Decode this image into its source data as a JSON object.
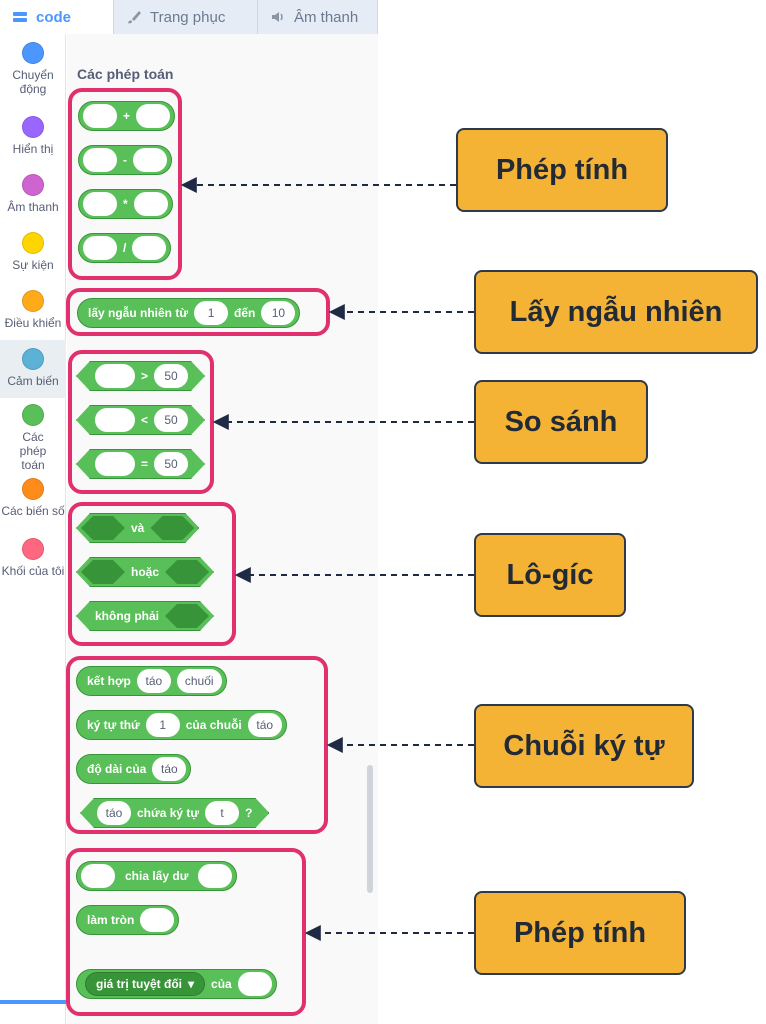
{
  "tabs": [
    {
      "label": "code"
    },
    {
      "label": "Trang phục"
    },
    {
      "label": "Âm thanh"
    }
  ],
  "categories": [
    {
      "label": "Chuyển động",
      "color": "#4c97ff"
    },
    {
      "label": "Hiển thị",
      "color": "#9966ff"
    },
    {
      "label": "Âm thanh",
      "color": "#cf63cf"
    },
    {
      "label": "Sự kiện",
      "color": "#ffd500"
    },
    {
      "label": "Điều khiển",
      "color": "#ffab19"
    },
    {
      "label": "Cảm biến",
      "color": "#5cb1d6"
    },
    {
      "label": "Các phép toán",
      "color": "#59c059"
    },
    {
      "label": "Các biến số",
      "color": "#ff8c1a"
    },
    {
      "label": "Khối của tôi",
      "color": "#ff6680"
    }
  ],
  "palette": {
    "section_title": "Các phép toán",
    "arith": [
      "+",
      "-",
      "*",
      "/"
    ],
    "random": {
      "label": "lấy ngẫu nhiên từ",
      "from": "1",
      "mid": "đến",
      "to": "10"
    },
    "compare": [
      {
        "op": ">",
        "value": "50"
      },
      {
        "op": "<",
        "value": "50"
      },
      {
        "op": "=",
        "value": "50"
      }
    ],
    "logic": {
      "and": "và",
      "or": "hoặc",
      "not": "không phải"
    },
    "string": {
      "join_label": "kết hợp",
      "join_a": "táo",
      "join_b": "chuối",
      "letter_label": "ký tự thứ",
      "letter_num": "1",
      "letter_of": "của chuỗi",
      "letter_str": "táo",
      "length_label": "độ dài của",
      "length_str": "táo",
      "contains_str": "táo",
      "contains_label": "chứa ký tự",
      "contains_char": "t",
      "contains_q": "?"
    },
    "more": {
      "mod": "chia lấy dư",
      "round": "làm tròn",
      "abs": "giá trị tuyệt đối",
      "abs_of": "của"
    }
  },
  "callouts": {
    "arith": "Phép tính",
    "random": "Lấy ngẫu nhiên",
    "compare": "So sánh",
    "logic": "Lô-gíc",
    "string": "Chuỗi ký tự",
    "more": "Phép tính"
  },
  "colors": {
    "operator_green": "#59c059",
    "highlight": "#e0306e",
    "callout": "#f5b335"
  }
}
